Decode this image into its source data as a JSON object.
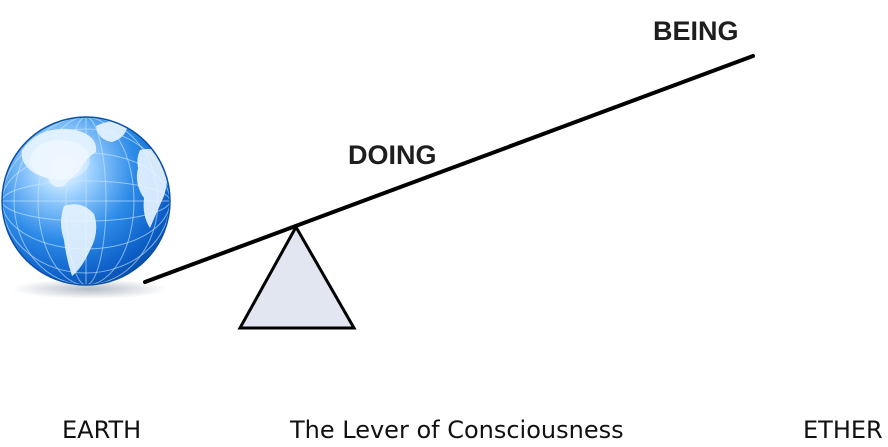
{
  "diagram": {
    "labels": {
      "high_end": "BEING",
      "middle": "DOING"
    },
    "captions": {
      "left": "EARTH",
      "center": "The Lever of Consciousness",
      "right": "ETHER"
    },
    "colors": {
      "lever": "#000000",
      "fulcrum_fill": "#e2e6f1",
      "fulcrum_stroke": "#000000",
      "globe_ocean": "#1e7fe6",
      "globe_land": "#e9f4ff",
      "text": "#1e1e1e"
    },
    "icons": {
      "globe": "earth-globe-icon",
      "fulcrum": "triangle-fulcrum-icon"
    }
  }
}
